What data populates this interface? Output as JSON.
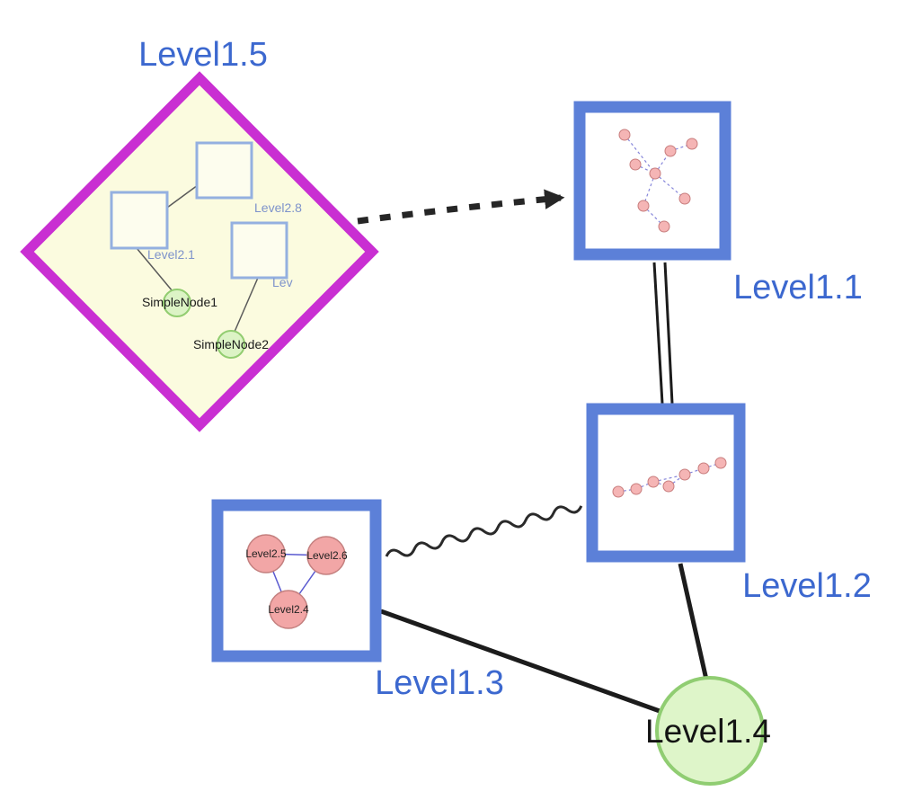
{
  "diagram": {
    "type": "nested-graph",
    "colors": {
      "label_blue": "#3c68cf",
      "diamond_stroke": "#c92fd2",
      "diamond_fill": "#fbfbdf",
      "group_square_stroke": "#5c80d8",
      "inner_square_stroke": "#94b0e0",
      "inner_square_fill": "#fdfdee",
      "green_node_fill": "#dcf3c5",
      "green_node_stroke": "#92cd70",
      "pink_node_fill": "#f2a6a6",
      "pink_node_stroke": "#c4807f",
      "edge_dark": "#262626",
      "mini_edge_blue": "#8585da",
      "text_dark": "#1a1a1a"
    },
    "nodes": {
      "level1_5": {
        "label": "Level1.5",
        "shape": "diamond-group",
        "children": {
          "level2_8": {
            "label": "Level2.8",
            "shape": "square"
          },
          "level2_1": {
            "label": "Level2.1",
            "shape": "square"
          },
          "lev": {
            "label": "Lev",
            "shape": "square"
          },
          "simple_node_1": {
            "label": "SimpleNode1",
            "shape": "circle"
          },
          "simple_node_2": {
            "label": "SimpleNode2",
            "shape": "circle"
          }
        }
      },
      "level1_1": {
        "label": "Level1.1",
        "shape": "square-group",
        "content": "star subgraph of small pink nodes"
      },
      "level1_2": {
        "label": "Level1.2",
        "shape": "square-group",
        "content": "chain subgraph of small pink nodes"
      },
      "level1_3": {
        "label": "Level1.3",
        "shape": "square-group",
        "children": {
          "level2_5": {
            "label": "Level2.5",
            "shape": "circle"
          },
          "level2_6": {
            "label": "Level2.6",
            "shape": "circle"
          },
          "level2_4": {
            "label": "Level2.4",
            "shape": "circle"
          }
        }
      },
      "level1_4": {
        "label": "Level1.4",
        "shape": "circle"
      }
    },
    "edges": [
      {
        "from": "level1_5",
        "to": "level1_1",
        "style": "thick-dashed-arrow"
      },
      {
        "from": "level1_1",
        "to": "level1_2",
        "style": "double-line"
      },
      {
        "from": "level1_3",
        "to": "level1_2",
        "style": "wavy"
      },
      {
        "from": "level1_3",
        "to": "level1_4",
        "style": "solid"
      },
      {
        "from": "level1_2",
        "to": "level1_4",
        "style": "solid"
      }
    ]
  }
}
